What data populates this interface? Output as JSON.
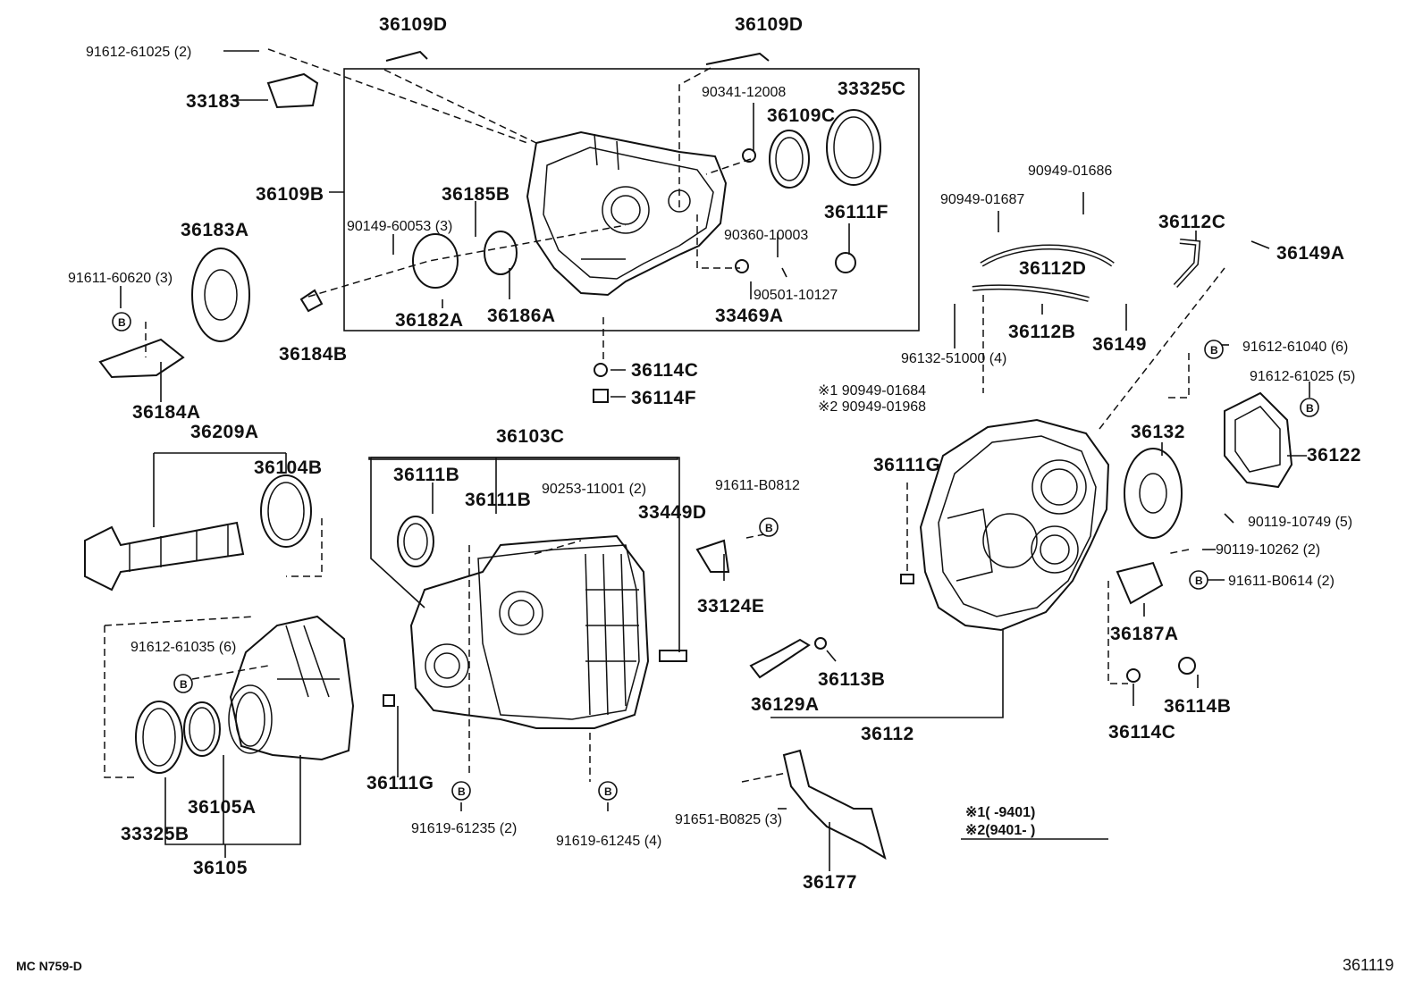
{
  "diagram": {
    "labels": {
      "p91612_61025_top": "91612-61025  (2)",
      "p36109D_left": "36109D",
      "p36109D_right": "36109D",
      "p33183": "33183",
      "p90341_12008": "90341-12008",
      "p33325C": "33325C",
      "p36109C": "36109C",
      "p36109B": "36109B",
      "p36185B": "36185B",
      "p90149_60053": "90149-60053 (3)",
      "p36111F": "36111F",
      "p36183A": "36183A",
      "p90360_10003": "90360-10003",
      "p91611_60620": "91611-60620 (3)",
      "p90501_10127": "90501-10127",
      "p36182A": "36182A",
      "p36186A": "36186A",
      "p33469A": "33469A",
      "p36184B": "36184B",
      "p36114C_top": "36114C",
      "p36114F": "36114F",
      "p36184A": "36184A",
      "p90949_01686": "90949-01686",
      "p90949_01687": "90949-01687",
      "p36112C": "36112C",
      "p36149A": "36149A",
      "p36112D": "36112D",
      "p36112B": "36112B",
      "p36149": "36149",
      "p96132_51000": "96132-51000 (4)",
      "p91612_61040": "91612-61040 (6)",
      "p91612_61025_r": "91612-61025 (5)",
      "p90949_01684": "※1 90949-01684",
      "p90949_01968": "※2 90949-01968",
      "p36209A": "36209A",
      "p36103C": "36103C",
      "p36104B": "36104B",
      "p36111B_a": "36111B",
      "p36111B_b": "36111B",
      "p90253_11001": "90253-11001  (2)",
      "p91611_B0812": "91611-B0812",
      "p33449D": "33449D",
      "p36111G_r": "36111G",
      "p36132": "36132",
      "p36122": "36122",
      "p90119_10749": "90119-10749 (5)",
      "p90119_10262": "90119-10262  (2)",
      "p91611_B0614": "91611-B0614  (2)",
      "p33124E": "33124E",
      "p36187A": "36187A",
      "p91612_61035": "91612-61035 (6)",
      "p36113B": "36113B",
      "p36129A": "36129A",
      "p36114B": "36114B",
      "p36114C_bot": "36114C",
      "p36112": "36112",
      "p36111G_l": "36111G",
      "p36105A": "36105A",
      "p33325B": "33325B",
      "p36105": "36105",
      "p91619_61235": "91619-61235  (2)",
      "p91619_61245": "91619-61245 (4)",
      "p91651_B0825": "91651-B0825 (3)",
      "p36177": "36177",
      "note1": "※1(      -9401)",
      "note2": "※2(9401-        )",
      "footer_left": "MC  N759-D",
      "footer_right": "361119",
      "badge": "B"
    }
  }
}
